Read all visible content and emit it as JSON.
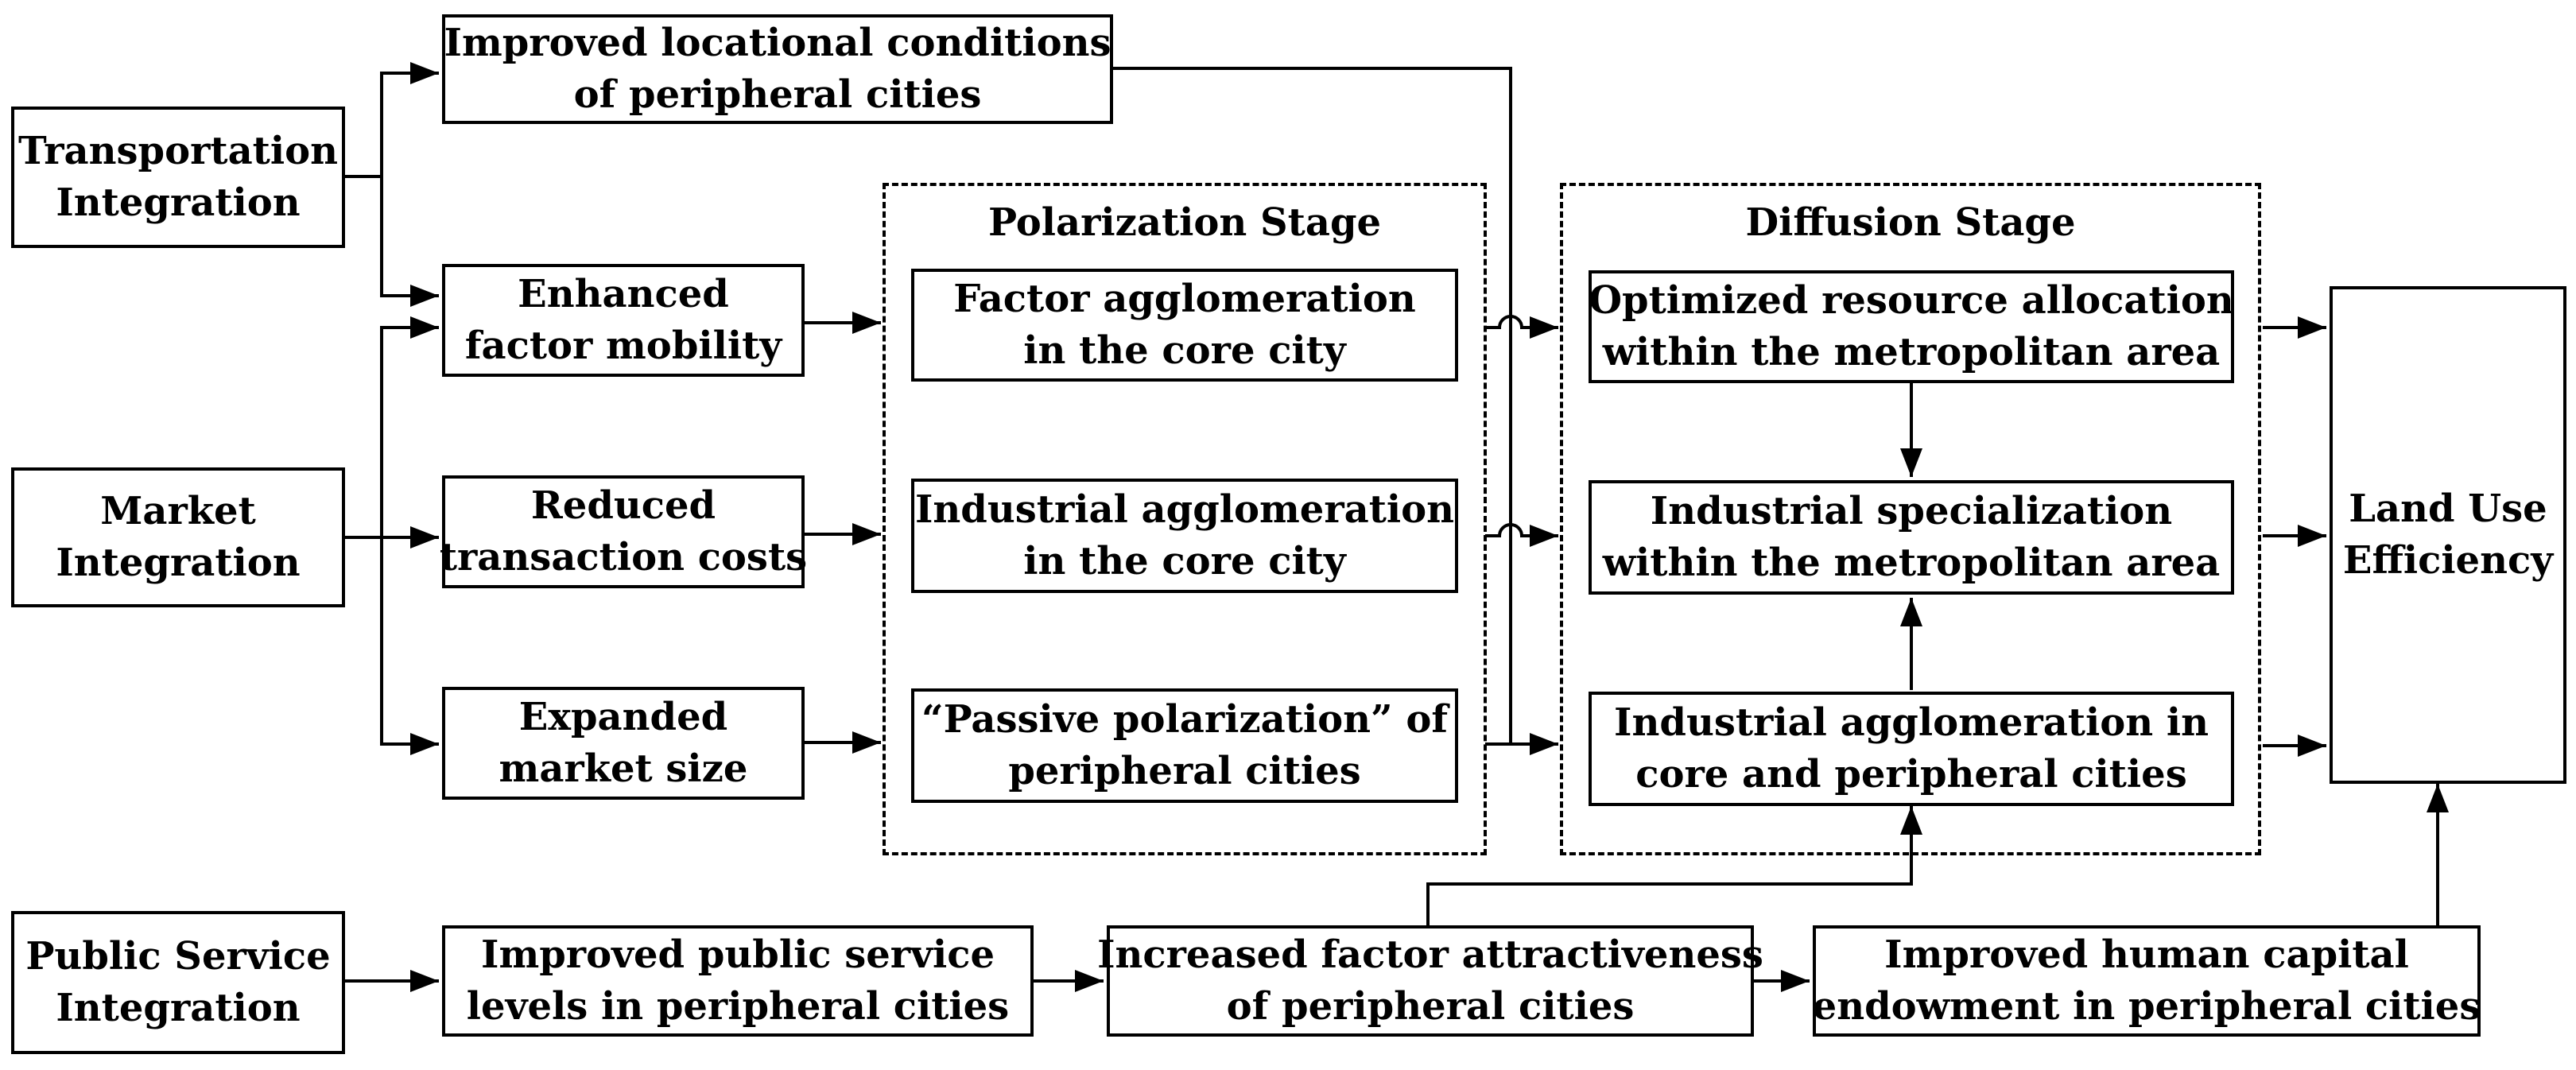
{
  "inputs": {
    "transport": [
      "Transportation",
      "Integration"
    ],
    "market": [
      "Market",
      "Integration"
    ],
    "public": [
      "Public Service",
      "Integration"
    ]
  },
  "mechanisms": {
    "locational": [
      "Improved locational conditions",
      "of peripheral cities"
    ],
    "mobility": [
      "Enhanced",
      "factor mobility"
    ],
    "transaction": [
      "Reduced",
      "transaction costs"
    ],
    "market_size": [
      "Expanded",
      "market size"
    ],
    "public_levels": [
      "Improved public service",
      "levels in peripheral cities"
    ],
    "attractiveness": [
      "Increased factor attractiveness",
      "of peripheral cities"
    ],
    "human_capital": [
      "Improved human capital",
      "endowment in peripheral cities"
    ]
  },
  "polarization": {
    "title": "Polarization Stage",
    "factor": [
      "Factor agglomeration",
      "in the core city"
    ],
    "industrial": [
      "Industrial agglomeration",
      "in the core city"
    ],
    "passive": [
      "“Passive polarization” of",
      "peripheral cities"
    ]
  },
  "diffusion": {
    "title": "Diffusion Stage",
    "optimized": [
      "Optimized resource allocation",
      "within the metropolitan area"
    ],
    "specialization": [
      "Industrial specialization",
      "within the metropolitan area"
    ],
    "agglomeration": [
      "Industrial agglomeration in",
      "core and peripheral cities"
    ]
  },
  "outcome": {
    "land_use": [
      "Land Use",
      "Efficiency"
    ]
  }
}
